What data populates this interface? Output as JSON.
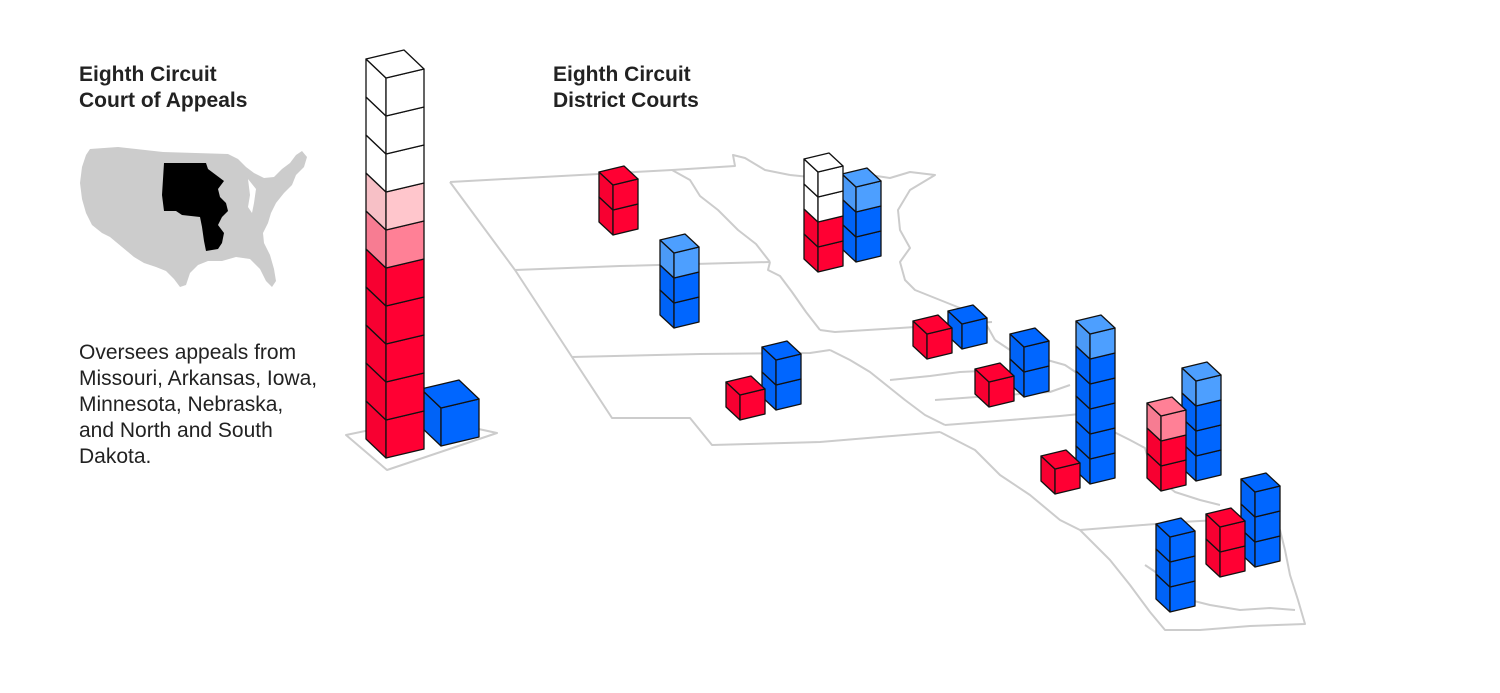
{
  "appeals": {
    "title_line1": "Eighth Circuit",
    "title_line2": "Court of Appeals",
    "description": "Oversees appeals from Missouri, Arkansas, Iowa, Minnesota, Nebraska, and North and South Dakota."
  },
  "district": {
    "title_line1": "Eighth Circuit",
    "title_line2": "District Courts"
  },
  "colors": {
    "red": "#ff0033",
    "pink": "#ff8096",
    "light_pink": "#ffc6cc",
    "white": "#ffffff",
    "blue": "#0066ff",
    "light_blue": "#4d9fff",
    "map_line": "#cccccc",
    "us_fill": "#cccccc",
    "highlight": "#000000"
  },
  "chart_data": {
    "type": "isometric-stacked-cubes",
    "legend": [],
    "unit": "judge seat (one cube each)",
    "appeals_court": [
      {
        "name": "appeals-red-stack",
        "segments": [
          {
            "color": "red",
            "count": 5
          },
          {
            "color": "pink",
            "count": 1
          },
          {
            "color": "light_pink",
            "count": 1
          },
          {
            "color": "white",
            "count": 3
          }
        ]
      },
      {
        "name": "appeals-blue-stack",
        "segments": [
          {
            "color": "blue",
            "count": 1
          }
        ]
      }
    ],
    "district_courts": [
      {
        "name": "north-dakota-red",
        "segments": [
          {
            "color": "red",
            "count": 2
          }
        ]
      },
      {
        "name": "south-dakota-blue",
        "segments": [
          {
            "color": "blue",
            "count": 2
          },
          {
            "color": "light_blue",
            "count": 1
          }
        ]
      },
      {
        "name": "minnesota-red",
        "segments": [
          {
            "color": "red",
            "count": 2
          },
          {
            "color": "white",
            "count": 2
          }
        ]
      },
      {
        "name": "minnesota-blue",
        "segments": [
          {
            "color": "blue",
            "count": 2
          },
          {
            "color": "light_blue",
            "count": 1
          }
        ]
      },
      {
        "name": "nebraska-red",
        "segments": [
          {
            "color": "red",
            "count": 1
          }
        ]
      },
      {
        "name": "nebraska-blue",
        "segments": [
          {
            "color": "blue",
            "count": 2
          }
        ]
      },
      {
        "name": "iowa-north-red",
        "segments": [
          {
            "color": "red",
            "count": 1
          }
        ]
      },
      {
        "name": "iowa-north-blue",
        "segments": [
          {
            "color": "blue",
            "count": 1
          }
        ]
      },
      {
        "name": "iowa-south-red",
        "segments": [
          {
            "color": "red",
            "count": 1
          }
        ]
      },
      {
        "name": "iowa-south-blue",
        "segments": [
          {
            "color": "blue",
            "count": 2
          }
        ]
      },
      {
        "name": "missouri-west-red",
        "segments": [
          {
            "color": "red",
            "count": 1
          }
        ]
      },
      {
        "name": "missouri-west-blue",
        "segments": [
          {
            "color": "blue",
            "count": 5
          },
          {
            "color": "light_blue",
            "count": 1
          }
        ]
      },
      {
        "name": "missouri-east-red",
        "segments": [
          {
            "color": "red",
            "count": 2
          },
          {
            "color": "pink",
            "count": 1
          }
        ]
      },
      {
        "name": "missouri-east-blue",
        "segments": [
          {
            "color": "blue",
            "count": 3
          },
          {
            "color": "light_blue",
            "count": 1
          }
        ]
      },
      {
        "name": "arkansas-west-blue",
        "segments": [
          {
            "color": "blue",
            "count": 3
          }
        ]
      },
      {
        "name": "arkansas-east-red",
        "segments": [
          {
            "color": "red",
            "count": 2
          }
        ]
      },
      {
        "name": "arkansas-east-blue",
        "segments": [
          {
            "color": "blue",
            "count": 3
          }
        ]
      }
    ]
  }
}
